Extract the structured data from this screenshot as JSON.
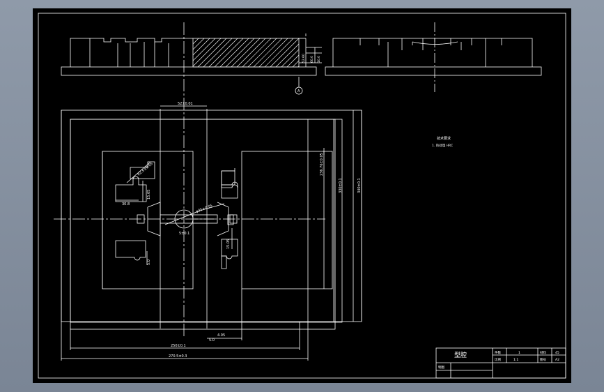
{
  "colors": {
    "line": "#ffffff",
    "paper": "#000000",
    "background": "#8592a1"
  },
  "dims": {
    "top_width": "52±0.01",
    "right_height_1": "236.76±0.05",
    "right_height_2": "330±0.1",
    "right_height_3": "340±0.1",
    "bottom_small": "4.05",
    "bottom_small_2": "5.0",
    "bottom_width_1": "250±0.1",
    "bottom_width_2": "270.5±0.3",
    "cavity_diag": "R2.5±0.05",
    "cavity_v1": "15.05",
    "cavity_h1": "30.8",
    "cavity_v2": "5.0",
    "center_diag": "φ35±0.05",
    "center_small": "5±0.1",
    "right_cavity_v": "15.05",
    "section_h1": "52.60",
    "section_h2": "60.0",
    "section_h3": "10.0"
  },
  "section_marker": "A",
  "notes": {
    "title": "技术要求",
    "line1": "1. 热处理 HRC"
  },
  "title_block": {
    "name": "型腔",
    "label_count": "件数",
    "count": "1",
    "label_scale": "比例",
    "scale": "1:1",
    "label_material": "材料",
    "material": "45",
    "label_weight": "图号",
    "weight": "A2",
    "label_drawn": "制图"
  }
}
